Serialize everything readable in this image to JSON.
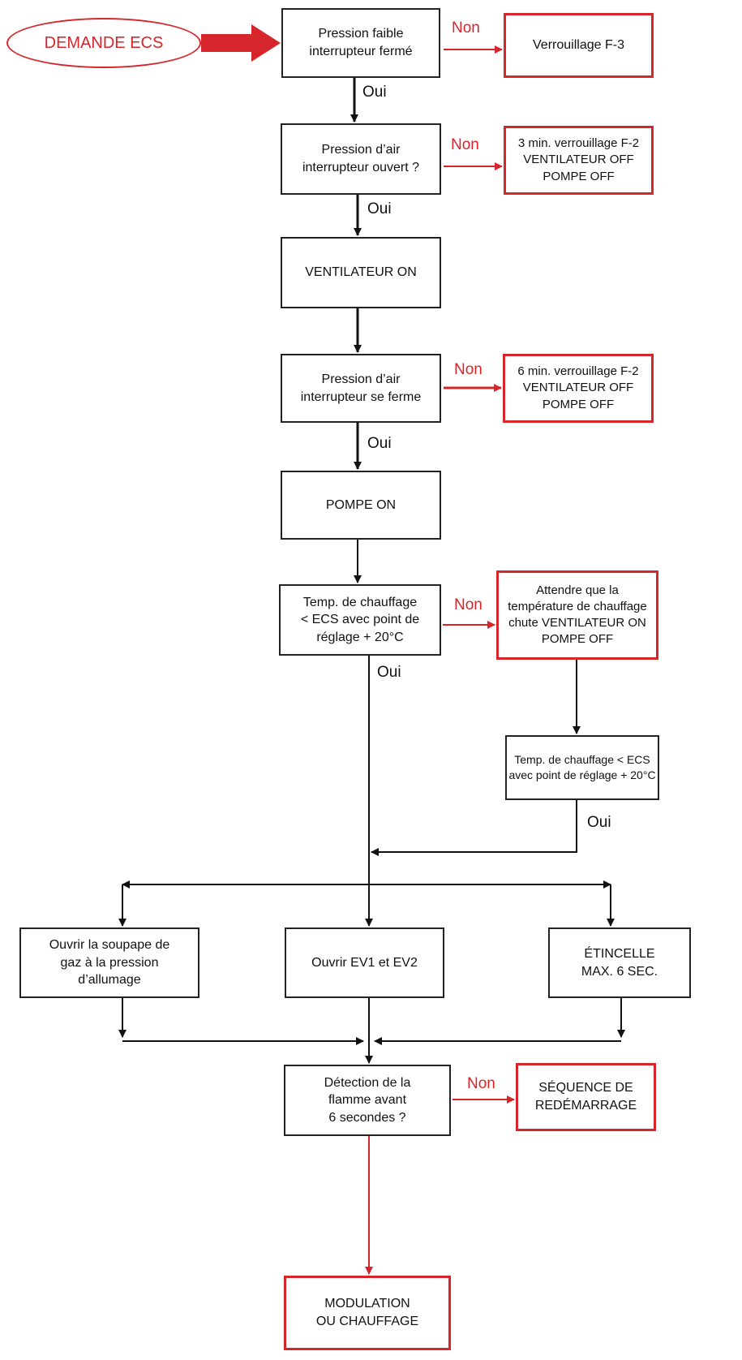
{
  "colors": {
    "line": "#111111",
    "accent": "#d7262b"
  },
  "start": {
    "label": "DEMANDE ECS"
  },
  "nodes": {
    "n1": "Pression faible\ninterrupteur fermé",
    "r1": "Verrouillage F-3",
    "n2": "Pression d’air\ninterrupteur ouvert ?",
    "r2": "3 min. verrouillage F-2\nVENTILATEUR OFF\nPOMPE OFF",
    "n3": "VENTILATEUR ON",
    "n4": "Pression d’air\ninterrupteur se ferme",
    "r4": "6 min. verrouillage F-2\nVENTILATEUR OFF\nPOMPE OFF",
    "n5": "POMPE ON",
    "n6": "Temp. de chauffage\n< ECS avec point de\nréglage + 20°C",
    "r6": "Attendre que la\ntempérature de chauffage\nchute VENTILATEUR ON\nPOMPE OFF",
    "n7": "Temp. de chauffage < ECS\navec point de réglage + 20°C",
    "n8": "Ouvrir la soupape de\ngaz à la pression\nd’allumage",
    "n9": "Ouvrir EV1 et EV2",
    "n10": "ÉTINCELLE\nMAX. 6 SEC.",
    "n11": "Détection de la\nflamme avant\n6 secondes ?",
    "r11": "SÉQUENCE DE\nREDÉMARRAGE",
    "n12": "MODULATION\nOU CHAUFFAGE"
  },
  "labels": {
    "yes": "Oui",
    "no": "Non"
  }
}
